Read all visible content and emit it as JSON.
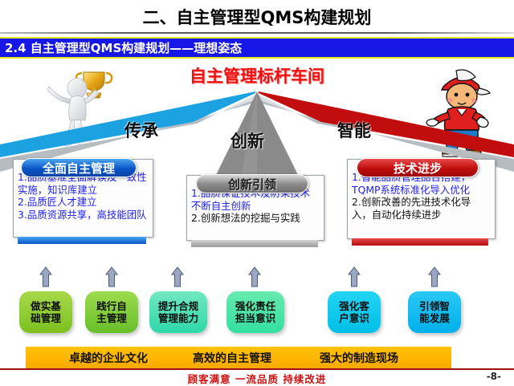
{
  "header": {
    "main_title": "二、自主管理型QMS构建规划",
    "subtitle": "2.4 自主管理型QMS构建规划——理想姿态",
    "hero_title": "自主管理标杆车间"
  },
  "pyramid": {
    "arms": [
      {
        "label": "传承",
        "color": "#1CA2E0",
        "side": "left"
      },
      {
        "label": "创新",
        "color": "#888888",
        "side": "center"
      },
      {
        "label": "智能",
        "color": "#C10D0D",
        "side": "right"
      }
    ]
  },
  "panels": [
    {
      "cap": "全面自主管理",
      "cap_color": "#0a55c8",
      "lines": [
        {
          "text": "1.品质基准全面解读及一致性",
          "color": "blue"
        },
        {
          "text": "实施，知识库建立",
          "color": "blue"
        },
        {
          "text": "2.品质匠人才建立",
          "color": "blue"
        },
        {
          "text": "3.品质资源共享，高技能团队",
          "color": "blue"
        }
      ]
    },
    {
      "cap": "创新引领",
      "cap_color": "#8d8d8d",
      "lines": [
        {
          "text": "1.品质保证技术及防呆技术",
          "color": "blue"
        },
        {
          "text": "不断自主创新",
          "color": "blue"
        },
        {
          "text": "2.创新想法的挖掘与实践",
          "color": "black"
        }
      ]
    },
    {
      "cap": "技术进步",
      "cap_color": "#c00d0d",
      "lines": [
        {
          "text": "1.智能品质管理品台搭建，",
          "color": "blue"
        },
        {
          "text": "TQMP系统标准化导入优化",
          "color": "blue"
        },
        {
          "text": "2.创新改善的先进技术化导",
          "color": "black"
        },
        {
          "text": "入，自动化持续进步",
          "color": "black"
        }
      ]
    }
  ],
  "capsules": [
    {
      "line1": "做实基",
      "line2": "础管理",
      "color_a": "#a8d94a",
      "color_b": "#7cc020"
    },
    {
      "line1": "践行自",
      "line2": "主管理",
      "color_a": "#9ddb4e",
      "color_b": "#67bf2a"
    },
    {
      "line1": "提升合规",
      "line2": "管理能力",
      "color_a": "#72e8c0",
      "color_b": "#2ed7a8"
    },
    {
      "line1": "强化责任",
      "line2": "担当意识",
      "color_a": "#68eaae",
      "color_b": "#33dfa0"
    },
    {
      "line1": "强化客",
      "line2": "户意识",
      "color_a": "#22d4f2",
      "color_b": "#00bfe8"
    },
    {
      "line1": "引领智",
      "line2": "能发展",
      "color_a": "#2ac8f5",
      "color_b": "#00b0ea"
    }
  ],
  "band": {
    "items": [
      "卓越的企业文化",
      "高效的自主管理",
      "强大的制造现场"
    ],
    "bg": "#ffb400"
  },
  "footer": {
    "slogan": "顾客满意    一流品质  持续改进",
    "page": "-8-"
  }
}
